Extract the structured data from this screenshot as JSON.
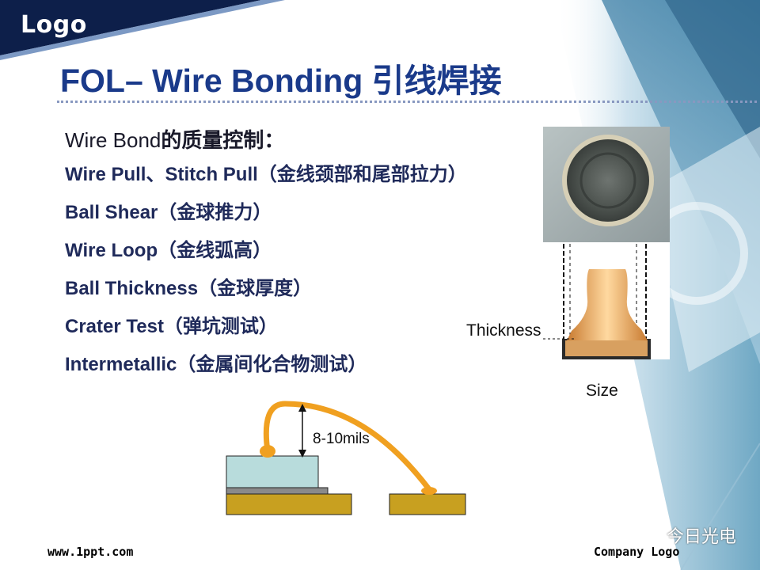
{
  "header": {
    "logo_text": "Logo"
  },
  "slide": {
    "title": "FOL– Wire Bonding 引线焊接",
    "subheading_prefix": "Wire Bond",
    "subheading_suffix": "的质量控制：",
    "items": [
      "Wire Pull、Stitch  Pull（金线颈部和尾部拉力）",
      "Ball Shear（金球推力）",
      "Wire Loop（金线弧高）",
      "Ball Thickness（金球厚度）",
      "Crater Test（弹坑测试）",
      "Intermetallic（金属间化合物测试）"
    ]
  },
  "figure": {
    "thickness_label": "Thickness",
    "size_label": "Size",
    "loop_height_label": "8-10mils"
  },
  "footer": {
    "url": "www.1ppt.com",
    "company": "Company Logo",
    "watermark": "今日光电"
  },
  "colors": {
    "title": "#1a3a8a",
    "banner": "#0d1f4a",
    "wire": "#f0a020",
    "chip": "#b8dcdc",
    "substrate": "#c8a020"
  }
}
